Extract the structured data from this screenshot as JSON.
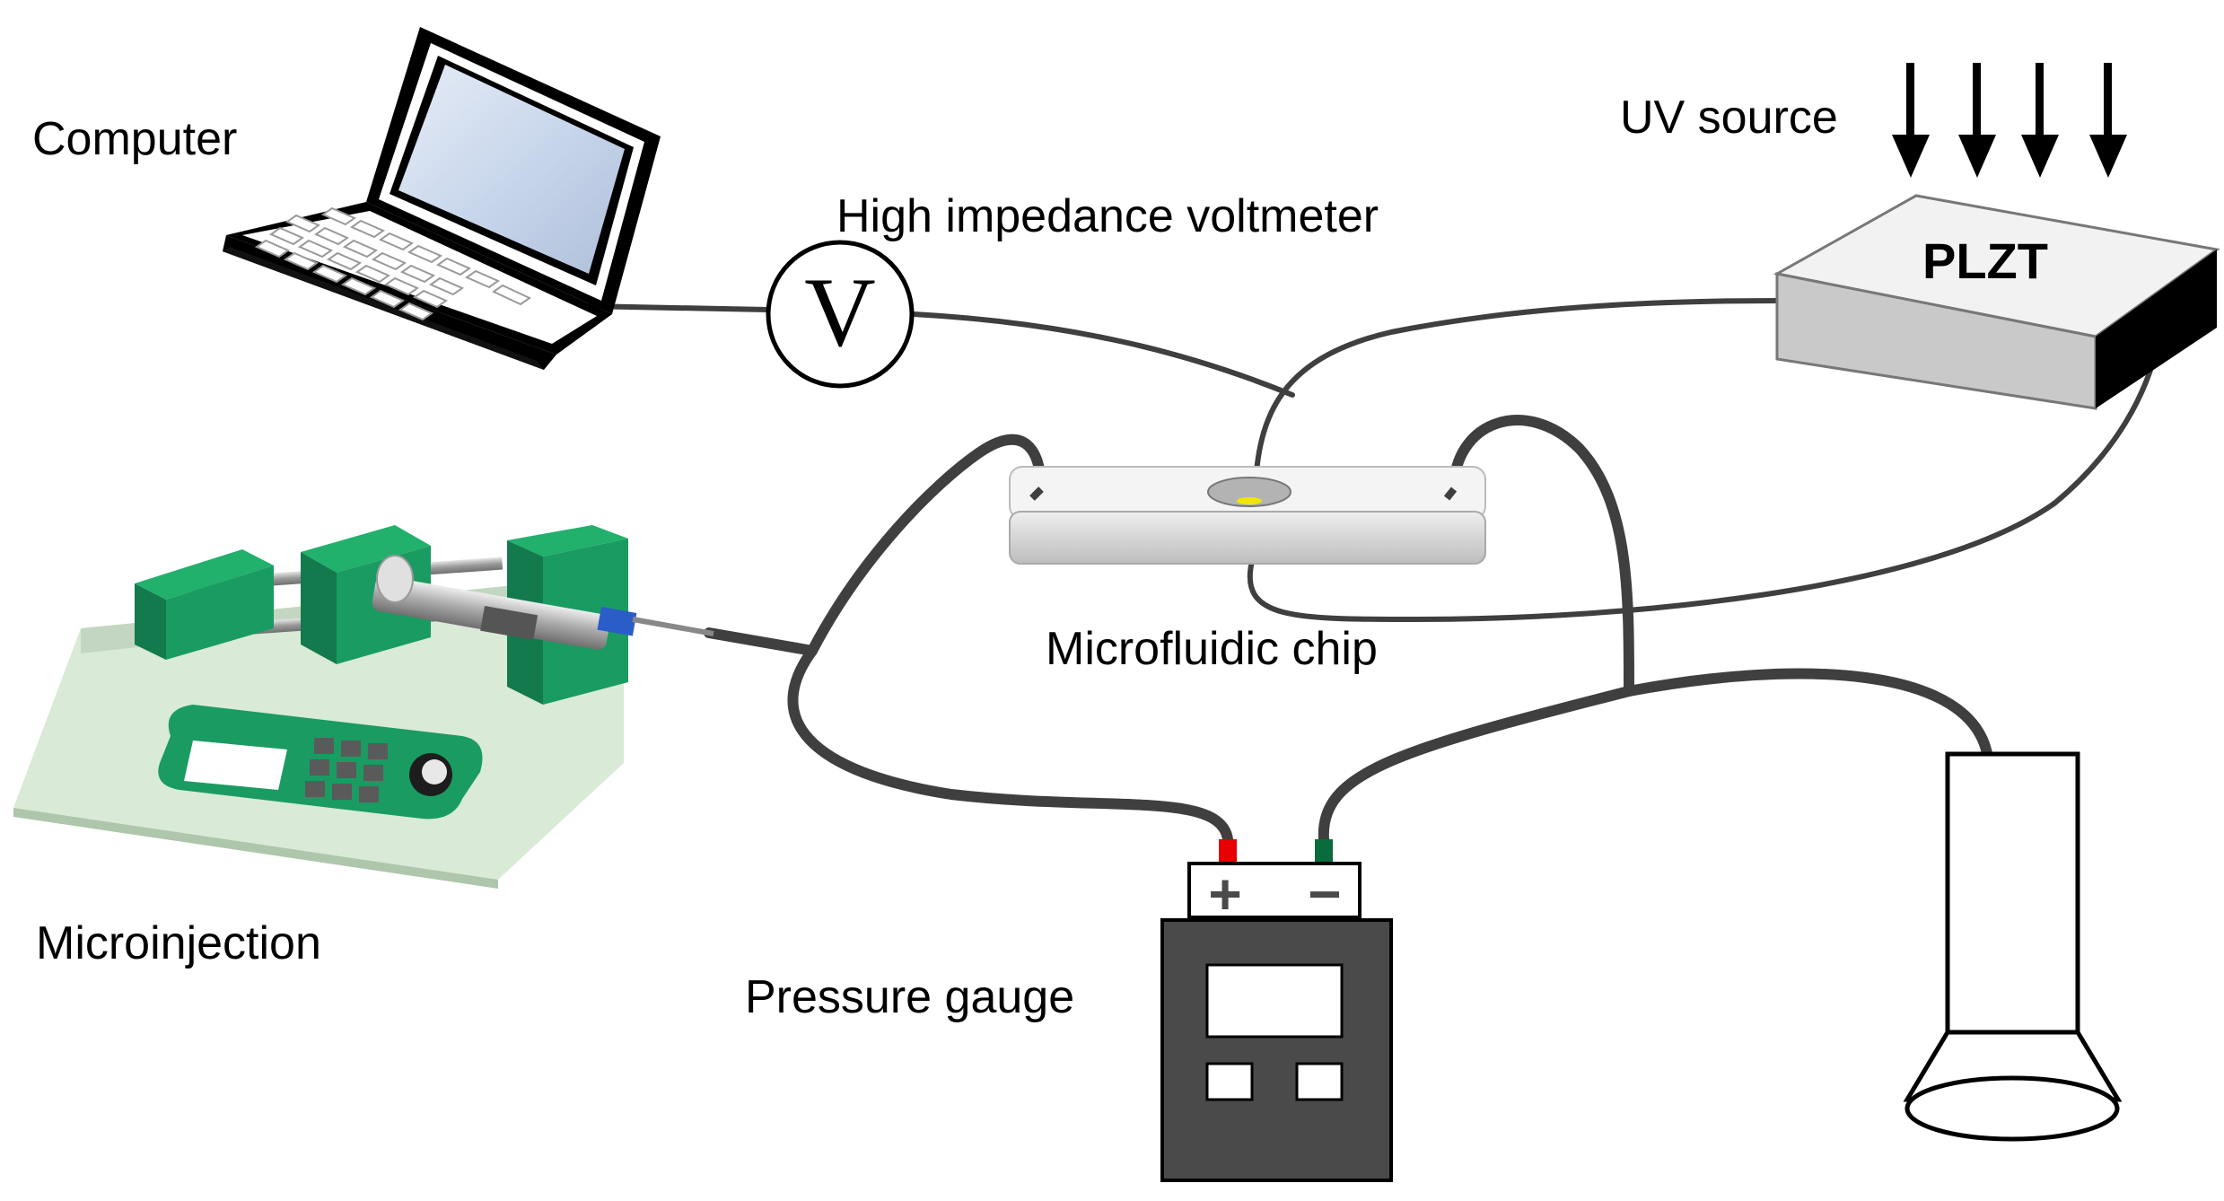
{
  "labels": {
    "computer": "Computer",
    "voltmeter": "High impedance voltmeter",
    "voltmeter_symbol": "V",
    "uv_source": "UV source",
    "plzt": "PLZT",
    "chip": "Microfluidic chip",
    "microinjection": "Microinjection",
    "gauge": "Pressure gauge",
    "gauge_plus": "+",
    "gauge_minus": "−"
  },
  "colors": {
    "wire": "#3f3f3f",
    "pump_green": "#1a9b62",
    "pump_dark_green": "#127a4d",
    "pump_base": "#d9ead7",
    "plzt_face": "#c9c9c9",
    "plzt_end": "#000000",
    "gauge_body": "#4a4a4a",
    "plus_terminal": "#e60000",
    "minus_terminal": "#0a6b3c",
    "chip_face": "#d9d9d9",
    "sample_spot": "#f2e600"
  },
  "icons": {
    "computer": "laptop-icon",
    "voltmeter": "voltmeter-icon",
    "uv": "down-arrow-icon",
    "pump": "syringe-pump-icon",
    "gauge": "pressure-gauge-icon",
    "flask": "flask-icon"
  }
}
